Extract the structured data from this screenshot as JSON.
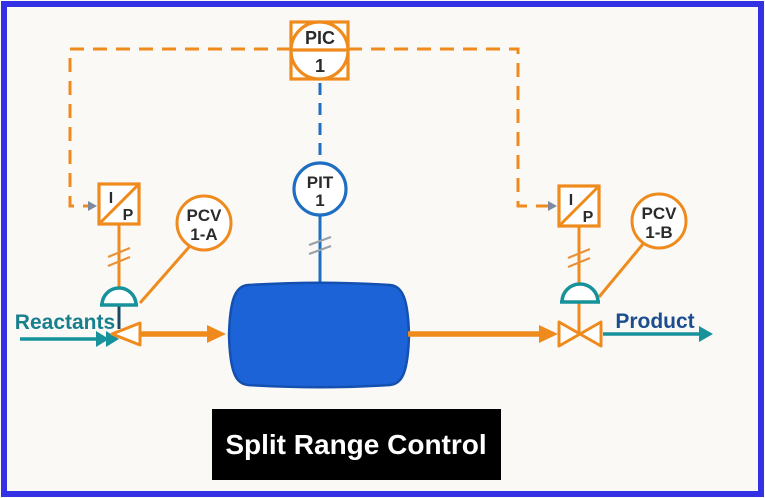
{
  "title": {
    "text": "Split Range Control"
  },
  "instruments": {
    "pic": {
      "tag": "PIC",
      "number": "1"
    },
    "pit": {
      "tag": "PIT",
      "number": "1"
    },
    "ip_left": {
      "letter_top": "I",
      "letter_bottom": "P"
    },
    "ip_right": {
      "letter_top": "I",
      "letter_bottom": "P"
    },
    "pcv_a": {
      "line1": "PCV",
      "line2": "1-A"
    },
    "pcv_b": {
      "line1": "PCV",
      "line2": "1-B"
    }
  },
  "streams": {
    "inlet_label": "Reactants",
    "outlet_label": "Product"
  },
  "colors": {
    "orange": "#ef8b1d",
    "instrument_blue": "#1e6ec2",
    "vessel_fill": "#1c63d8",
    "vessel_stroke": "#1350b0",
    "teal": "#17929a",
    "reactants_text": "#187f8d",
    "product_text": "#1c4e8f",
    "dark_stem": "#1b4965",
    "slash_gray": "#98a0a8",
    "frame_blue": "#3431e4",
    "banner_bg": "#000000",
    "banner_fg": "#ffffff"
  }
}
